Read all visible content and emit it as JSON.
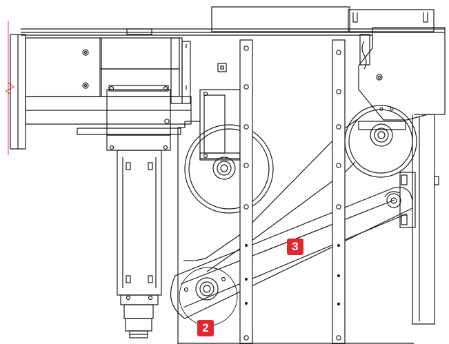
{
  "diagram": {
    "callouts": [
      {
        "id": "belt",
        "label": "3"
      },
      {
        "id": "pulley",
        "label": "2"
      }
    ],
    "colors": {
      "line": "#1a1a1a",
      "callout_background": "#e3262f",
      "callout_text": "#ffffff",
      "background": "#ffffff",
      "edge_mark": "#e3262f"
    }
  }
}
